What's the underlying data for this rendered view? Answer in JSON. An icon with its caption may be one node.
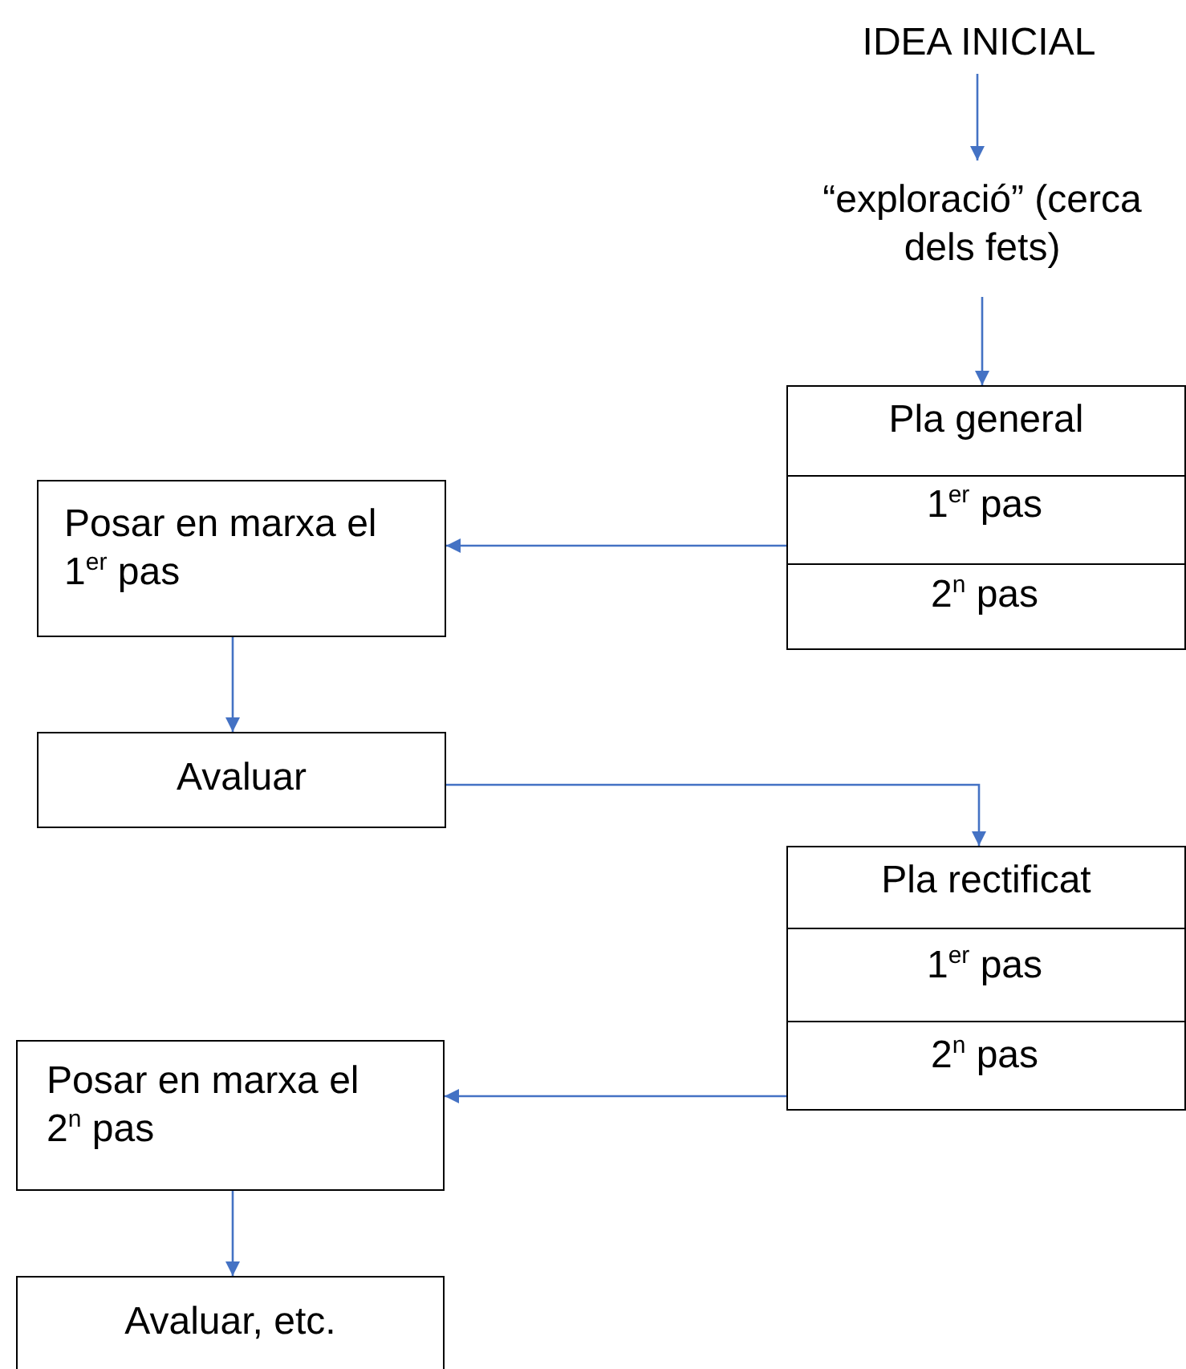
{
  "diagram": {
    "nodes": [
      {
        "text": [
          "IDEA INICIAL"
        ]
      },
      {
        "text": [
          "“exploració” (cerca dels fets)"
        ]
      },
      {
        "text": [
          "Pla general"
        ]
      },
      {
        "text": [
          "1$^{er}$ pas"
        ],
        "in": 2
      },
      {
        "text": [
          "2$^{n}$ pas"
        ],
        "in": 2
      },
      {
        "text": [
          "Posar en marxa el 1$^{er}$ pas"
        ]
      },
      {
        "text": [
          "Avaluar"
        ]
      },
      {
        "text": [
          "Pla rectificat"
        ]
      },
      {
        "text": [
          "1$^{er}$ pas"
        ],
        "in": 7
      },
      {
        "text": [
          "2$^{n}$ pas"
        ],
        "in": 7
      },
      {
        "text": [
          "Posar en marxa el 2$^{n}$ pas"
        ]
      },
      {
        "text": [
          "Avaluar, etc."
        ]
      }
    ],
    "edges": [
      {
        "from": 0,
        "to": 1,
        "arrow": "to"
      },
      {
        "from": 1,
        "to": 2,
        "arrow": "to"
      },
      {
        "from": 2,
        "to": 5,
        "arrow": "to"
      },
      {
        "from": 5,
        "to": 6,
        "arrow": "to"
      },
      {
        "from": 6,
        "to": 7,
        "arrow": "to"
      },
      {
        "from": 7,
        "to": 10,
        "arrow": "to"
      },
      {
        "from": 10,
        "to": 11,
        "arrow": "to"
      }
    ]
  }
}
